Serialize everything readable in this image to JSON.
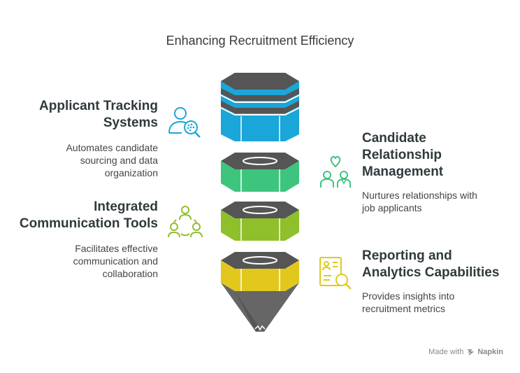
{
  "title": "Enhancing Recruitment Efficiency",
  "items": [
    {
      "heading_lines": [
        "Applicant Tracking",
        "Systems"
      ],
      "description_lines": [
        "Automates candidate",
        "sourcing and data",
        "organization"
      ],
      "color": "#1aa6d8",
      "icon": "user-search-icon"
    },
    {
      "heading_lines": [
        "Candidate",
        "Relationship",
        "Management"
      ],
      "description_lines": [
        "Nurtures relationships with",
        "job applicants"
      ],
      "color": "#3dc57e",
      "icon": "people-heart-icon"
    },
    {
      "heading_lines": [
        "Integrated",
        "Communication Tools"
      ],
      "description_lines": [
        "Facilitates effective",
        "communication and",
        "collaboration"
      ],
      "color": "#8fbf2b",
      "icon": "team-network-icon"
    },
    {
      "heading_lines": [
        "Reporting and",
        "Analytics Capabilities"
      ],
      "description_lines": [
        "Provides insights into",
        "recruitment metrics"
      ],
      "color": "#e2c81d",
      "icon": "report-search-icon"
    }
  ],
  "footer": {
    "made_with": "Made with",
    "brand": "Napkin"
  }
}
